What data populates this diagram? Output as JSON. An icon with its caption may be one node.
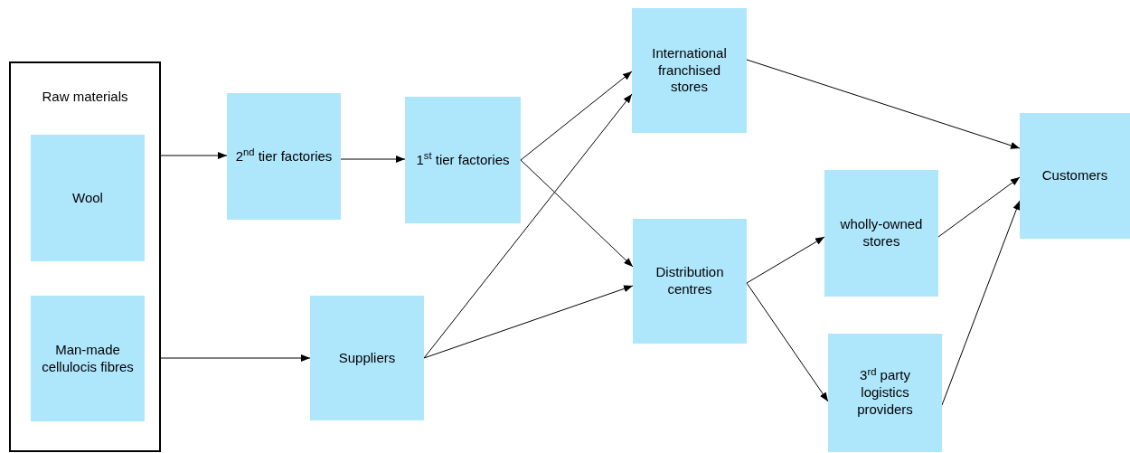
{
  "diagram": {
    "nodes": [
      {
        "text": [
          "Raw materials"
        ]
      },
      {
        "text": [
          "Wool"
        ],
        "in": 0
      },
      {
        "text": [
          "Man-made cellulocis fibres"
        ],
        "in": 0
      },
      {
        "text": [
          "2$^{nd}$ tier factories"
        ]
      },
      {
        "text": [
          "1$^{st}$ tier factories"
        ]
      },
      {
        "text": [
          "Suppliers"
        ]
      },
      {
        "text": [
          "International franchised stores"
        ]
      },
      {
        "text": [
          "Distribution centres"
        ]
      },
      {
        "text": [
          "wholly-owned stores"
        ]
      },
      {
        "text": [
          "3$^{rd}$ party logistics providers"
        ]
      },
      {
        "text": [
          "Customers"
        ]
      }
    ],
    "edges": [
      {
        "from": 0,
        "to": 3,
        "arrow": "to"
      },
      {
        "from": 0,
        "to": 5,
        "arrow": "to"
      },
      {
        "from": 3,
        "to": 4,
        "arrow": "to"
      },
      {
        "from": 4,
        "to": 6,
        "arrow": "to"
      },
      {
        "from": 4,
        "to": 7,
        "arrow": "to"
      },
      {
        "from": 5,
        "to": 6,
        "arrow": "to"
      },
      {
        "from": 5,
        "to": 7,
        "arrow": "to"
      },
      {
        "from": 6,
        "to": 10,
        "arrow": "to"
      },
      {
        "from": 7,
        "to": 8,
        "arrow": "to"
      },
      {
        "from": 7,
        "to": 9,
        "arrow": "to"
      },
      {
        "from": 8,
        "to": 10,
        "arrow": "to"
      },
      {
        "from": 9,
        "to": 10,
        "arrow": "to"
      }
    ]
  }
}
